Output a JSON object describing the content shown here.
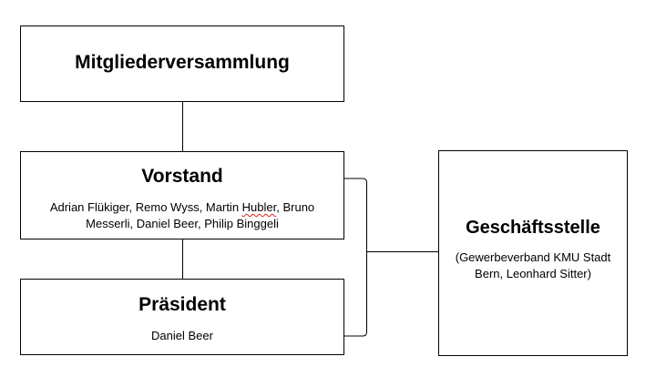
{
  "boxes": {
    "mitgliederversammlung": {
      "title": "Mitgliederversammlung"
    },
    "vorstand": {
      "title": "Vorstand",
      "members_part1": "Adrian Flükiger, Remo Wyss, Martin ",
      "members_flagged": "Hubler",
      "members_part2": ", Bruno Messerli, Daniel Beer, Philip Binggeli"
    },
    "praesident": {
      "title": "Präsident",
      "name": "Daniel Beer"
    },
    "geschaeftsstelle": {
      "title": "Geschäftsstelle",
      "details": "(Gewerbeverband KMU Stadt Bern, Leonhard Sitter)"
    }
  },
  "colors": {
    "border": "#000000",
    "spellcheck_underline": "#e02020"
  }
}
